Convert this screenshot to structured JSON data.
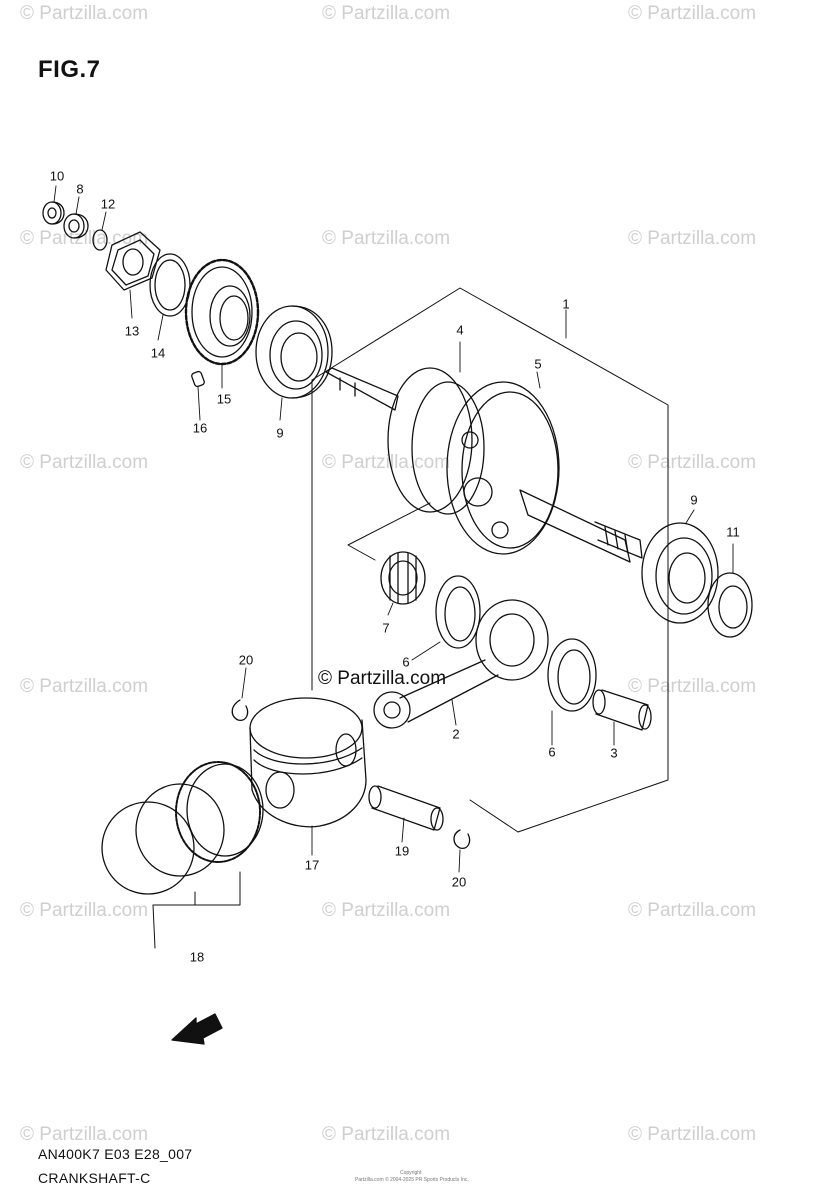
{
  "figure": {
    "title": "FIG.7"
  },
  "watermarks": {
    "text": "© Partzilla.com",
    "center_text": "© Partzilla.com"
  },
  "callouts": [
    {
      "id": "c1",
      "text": "1"
    },
    {
      "id": "c2",
      "text": "2"
    },
    {
      "id": "c3",
      "text": "3"
    },
    {
      "id": "c4",
      "text": "4"
    },
    {
      "id": "c5",
      "text": "5"
    },
    {
      "id": "c6a",
      "text": "6"
    },
    {
      "id": "c6b",
      "text": "6"
    },
    {
      "id": "c7",
      "text": "7"
    },
    {
      "id": "c8",
      "text": "8"
    },
    {
      "id": "c9a",
      "text": "9"
    },
    {
      "id": "c9b",
      "text": "9"
    },
    {
      "id": "c10",
      "text": "10"
    },
    {
      "id": "c11",
      "text": "11"
    },
    {
      "id": "c12",
      "text": "12"
    },
    {
      "id": "c13",
      "text": "13"
    },
    {
      "id": "c14",
      "text": "14"
    },
    {
      "id": "c15",
      "text": "15"
    },
    {
      "id": "c16",
      "text": "16"
    },
    {
      "id": "c17",
      "text": "17"
    },
    {
      "id": "c18",
      "text": "18"
    },
    {
      "id": "c19",
      "text": "19"
    },
    {
      "id": "c20a",
      "text": "20"
    },
    {
      "id": "c20b",
      "text": "20"
    }
  ],
  "forward_arrow": {
    "label": "FWD"
  },
  "footer": {
    "model_code": "AN400K7 E03 E28_007",
    "section_name": "CRANKSHAFT-C",
    "copyright_line1": "Copyright",
    "copyright_line2": "Partzilla.com © 2004-2025 PR Sports Products Inc."
  }
}
